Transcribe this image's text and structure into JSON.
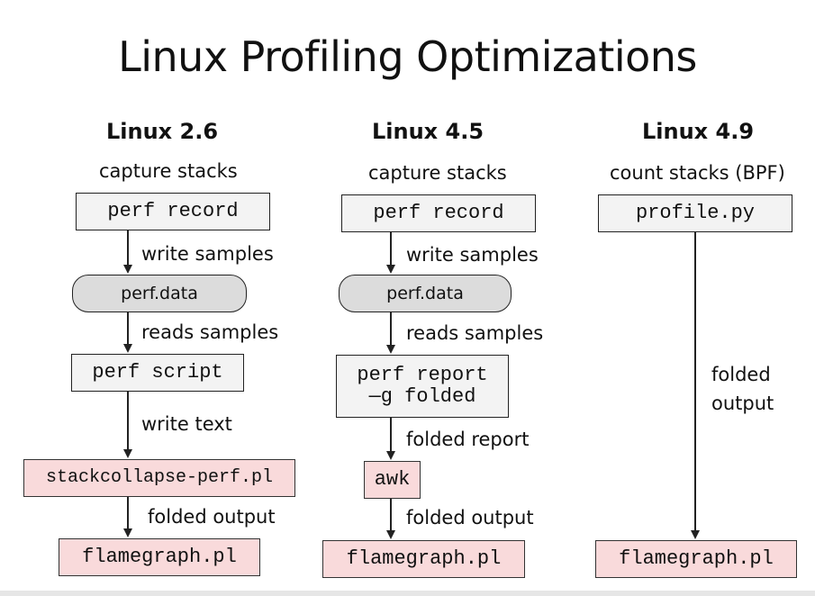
{
  "title": "Linux Profiling Optimizations",
  "columns": [
    {
      "heading": "Linux 2.6",
      "top_label": "capture stacks",
      "box1": "perf record",
      "edge1": "write samples",
      "box2": "perf.data",
      "edge2": "reads samples",
      "box3": "perf script",
      "edge3": "write text",
      "box4": "stackcollapse-perf.pl",
      "edge4": "folded output",
      "box5": "flamegraph.pl"
    },
    {
      "heading": "Linux 4.5",
      "top_label": "capture stacks",
      "box1": "perf record",
      "edge1": "write samples",
      "box2": "perf.data",
      "edge2": "reads samples",
      "box3_line1": "perf report",
      "box3_line2": "—g folded",
      "edge3": "folded report",
      "box4": "awk",
      "edge4": "folded output",
      "box5": "flamegraph.pl"
    },
    {
      "heading": "Linux 4.9",
      "top_label": "count stacks (BPF)",
      "box1": "profile.py",
      "edge1_line1": "folded",
      "edge1_line2": "output",
      "box2": "flamegraph.pl"
    }
  ],
  "colors": {
    "tool_box": "#f3f3f3",
    "data_pill": "#dcdcdc",
    "script_box": "#f9dadb",
    "line": "#222222"
  }
}
